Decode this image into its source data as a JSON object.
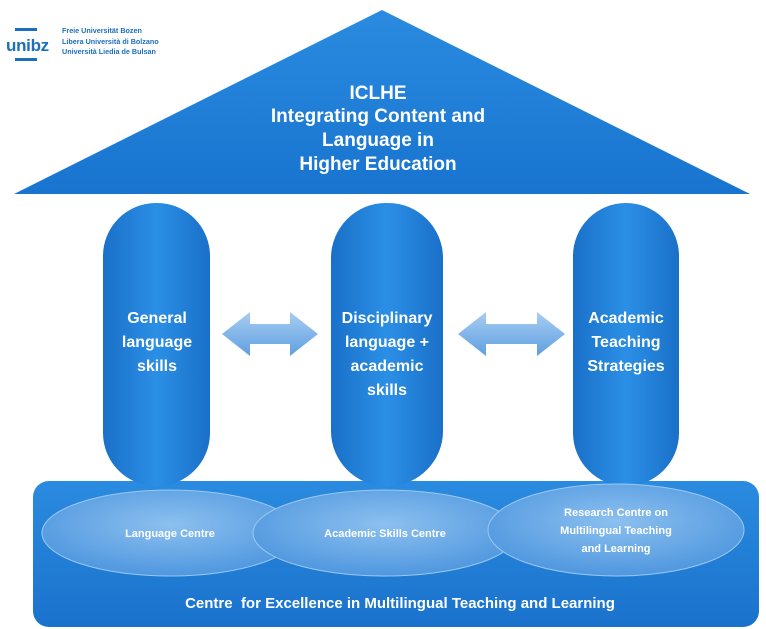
{
  "logo": {
    "mark": "unibz",
    "lines": [
      "Freie Universität Bozen",
      "Libera Università di Bolzano",
      "Università Liedia de Bulsan"
    ]
  },
  "roof": {
    "lines": [
      "ICLHE",
      "Integrating Content and",
      "Language in",
      "Higher Education"
    ]
  },
  "pillars": [
    {
      "lines": [
        "General",
        "language",
        "skills"
      ]
    },
    {
      "lines": [
        "Disciplinary",
        "language +",
        "academic",
        "skills"
      ]
    },
    {
      "lines": [
        "Academic",
        "Teaching",
        "Strategies"
      ]
    }
  ],
  "centres": [
    {
      "lines": [
        "Language Centre"
      ]
    },
    {
      "lines": [
        "Academic Skills Centre"
      ]
    },
    {
      "lines": [
        "Research Centre on",
        "Multilingual Teaching",
        "and Learning"
      ]
    }
  ],
  "base_label": "Centre  for Excellence in Multilingual Teaching and Learning",
  "colors": {
    "primary": "#1f7fd8",
    "dark": "#0f5fb3",
    "ellipse": "#6aaae6",
    "arrow": "#7fb3e8",
    "text": "#ffffff"
  }
}
